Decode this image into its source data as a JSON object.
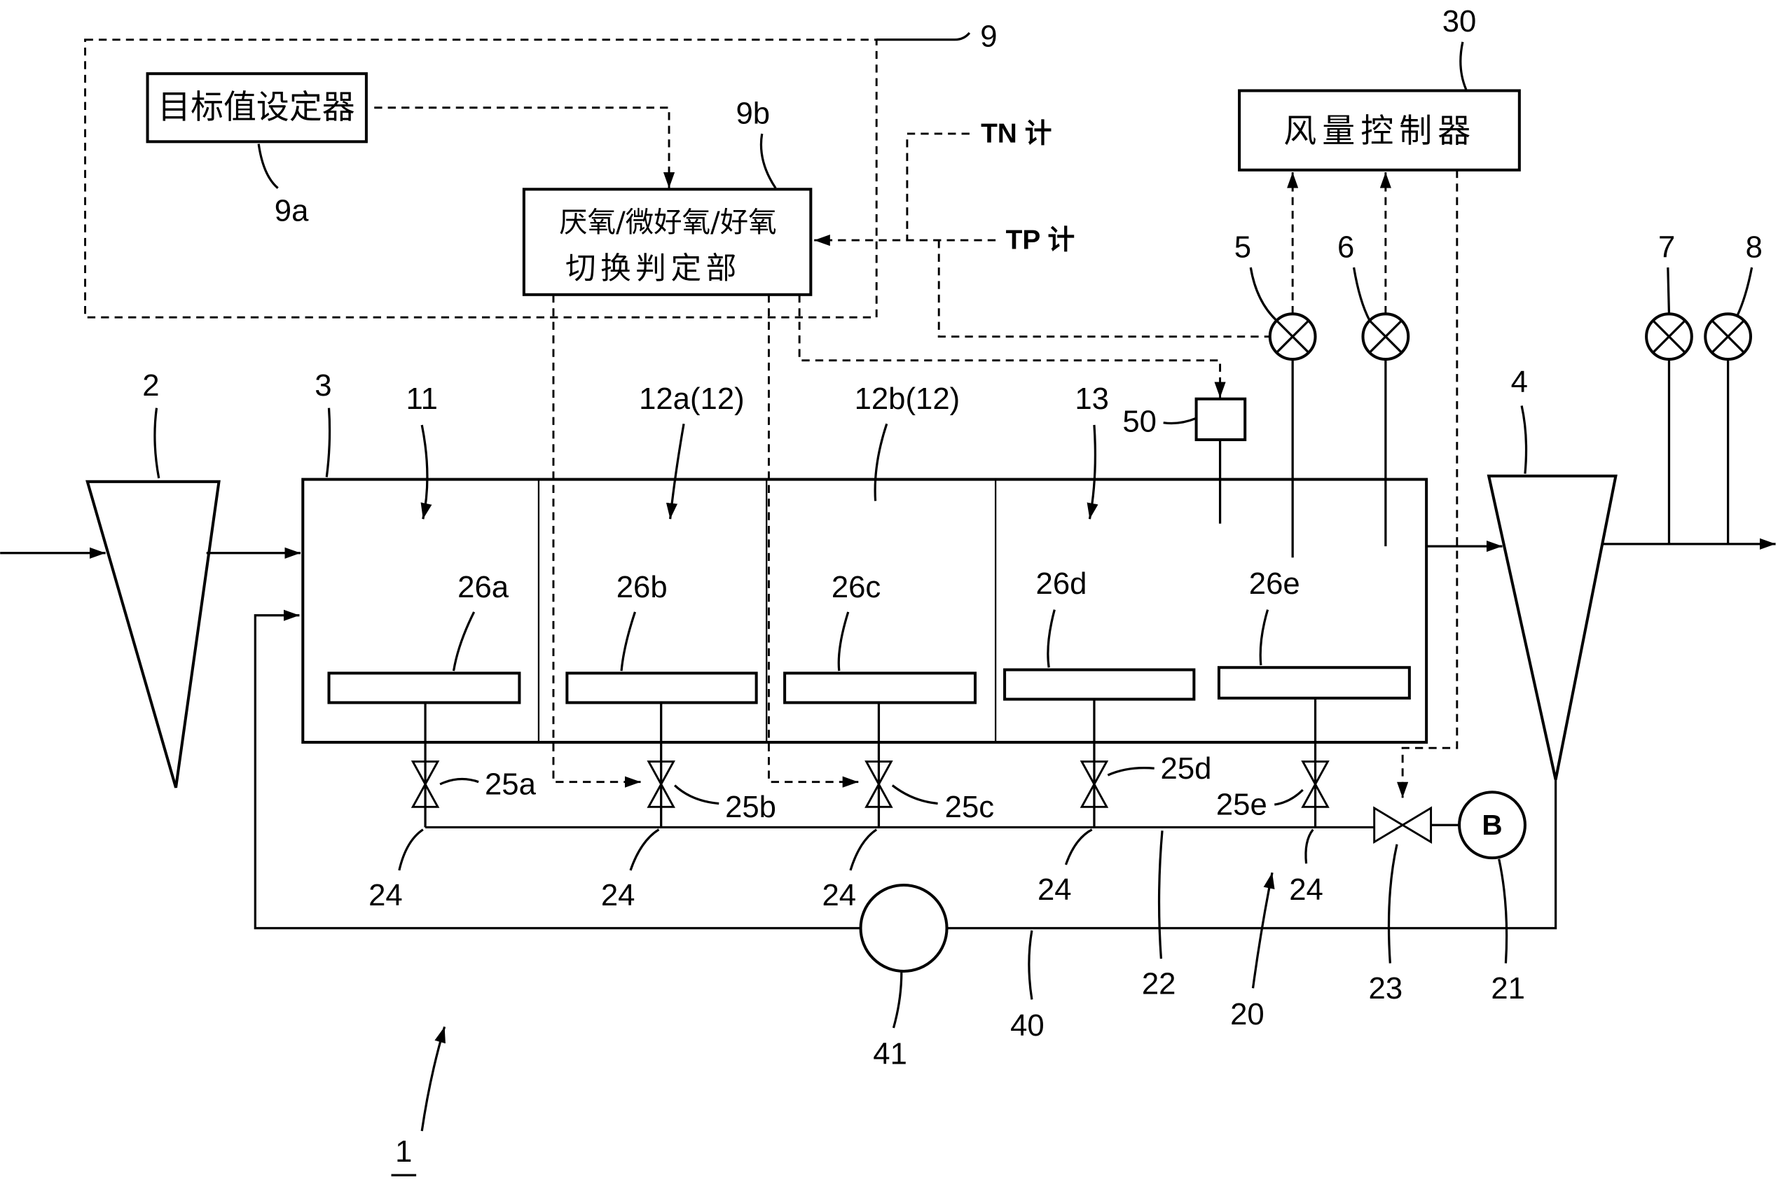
{
  "figure": {
    "label": "1"
  },
  "control_unit": {
    "label": "9",
    "target_setter": {
      "name": "目标值设定器",
      "label": "9a"
    },
    "switch_unit": {
      "line1": "厌氧/微好氧/好氧",
      "line2": "切换判定部",
      "label": "9b"
    }
  },
  "meters": {
    "tn": "TN 计",
    "tp": "TP 计"
  },
  "air_controller": {
    "name": "风量控制器",
    "label": "30"
  },
  "sensors": [
    "5",
    "6",
    "7",
    "8"
  ],
  "tanks": {
    "first": "2",
    "reaction": "3",
    "final": "4"
  },
  "zones": [
    "11",
    "12a(12)",
    "12b(12)",
    "13"
  ],
  "probe": "50",
  "diffusers": [
    "26a",
    "26b",
    "26c",
    "26d",
    "26e"
  ],
  "valves": [
    {
      "label": "25a",
      "fill": "#000000"
    },
    {
      "label": "25b",
      "fill": "#ffffff"
    },
    {
      "label": "25c",
      "fill": "#ffffff"
    },
    {
      "label": "25d",
      "fill": "#ffffff"
    },
    {
      "label": "25e",
      "fill": "#ffffff"
    }
  ],
  "branch_pipes": [
    "24",
    "24",
    "24",
    "24",
    "24"
  ],
  "air_supply": {
    "system": "20",
    "header_pipe": "22",
    "flow_valve": "23",
    "flow_valve_fill": "#ffffff",
    "blower": "21",
    "blower_symbol": "B"
  },
  "return_line": {
    "line": "40",
    "pump": "41"
  }
}
